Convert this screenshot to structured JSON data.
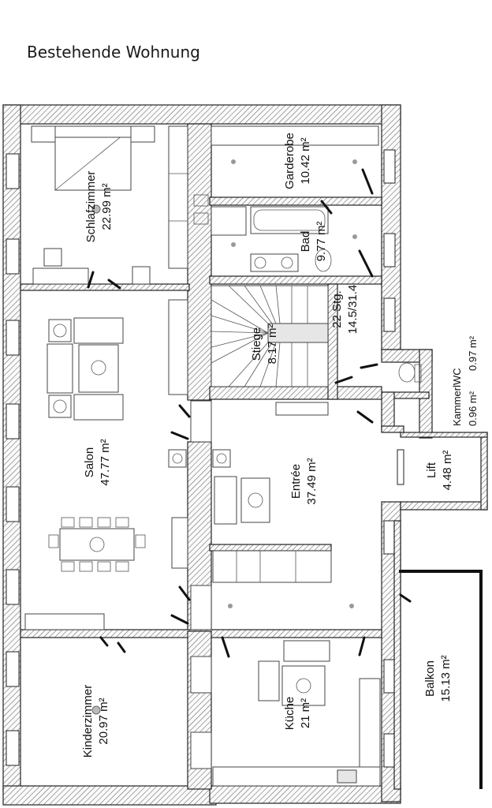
{
  "title": "Bestehende Wohnung",
  "rooms": {
    "schlafzimmer": {
      "name": "Schlafzimmer",
      "area": "22.99 m²"
    },
    "garderobe": {
      "name": "Garderobe",
      "area": "10.42 m²"
    },
    "bad": {
      "name": "Bad",
      "area": "9.77 m²"
    },
    "stiege": {
      "name": "Stiege",
      "area": "8.17 m²"
    },
    "stairs_note": {
      "line1": "22 Stg.",
      "line2": "14.5/31.4"
    },
    "kammer_wc": {
      "name": "KammerlWC",
      "area1": "0.96 m²",
      "area2": "0.97 m²"
    },
    "salon": {
      "name": "Salon",
      "area": "47.77 m²"
    },
    "entree": {
      "name": "Entrée",
      "area": "37.49 m²"
    },
    "lift": {
      "name": "Lift",
      "area": "4.48 m²"
    },
    "kinderzimmer": {
      "name": "Kinderzimmer",
      "area": "20.97 m²"
    },
    "kueche": {
      "name": "Küche",
      "area": "21 m²"
    },
    "balkon": {
      "name": "Balkon",
      "area": "15.13 m²"
    }
  }
}
